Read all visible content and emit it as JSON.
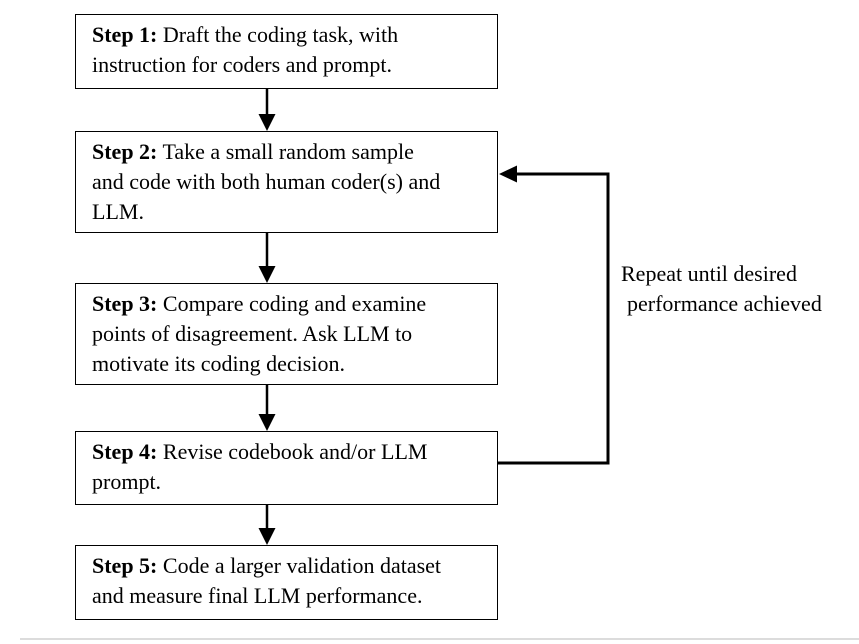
{
  "diagram": {
    "background_color": "#ffffff",
    "line_color": "#000000",
    "steps": [
      {
        "label": "Step 1:",
        "text": " Draft the coding task, with\ninstruction for coders and prompt."
      },
      {
        "label": "Step 2:",
        "text": " Take a small random sample\nand code with both human coder(s) and\nLLM."
      },
      {
        "label": "Step 3:",
        "text": " Compare coding and examine\npoints of disagreement. Ask LLM to\nmotivate its coding decision."
      },
      {
        "label": "Step 4:",
        "text": " Revise codebook and/or LLM\nprompt."
      },
      {
        "label": "Step 5:",
        "text": " Code a larger validation dataset\nand measure final LLM performance."
      }
    ],
    "feedback_loop": {
      "label_line1": "Repeat until desired",
      "label_line2": "performance achieved"
    }
  }
}
